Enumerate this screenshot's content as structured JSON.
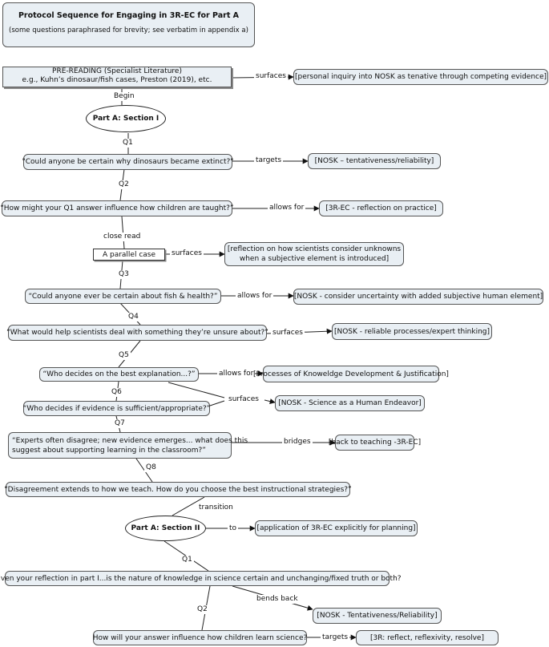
{
  "title": {
    "line1": "Protocol Sequence for Engaging in 3R-EC for Part A",
    "line2": "(some questions paraphrased for brevity; see verbatim in appendix a)"
  },
  "prereading": {
    "line1": "PRE-READING (Specialist Literature)",
    "line2": "e.g., Kuhn’s dinosaur/fish cases, Preston (2019), etc."
  },
  "sections": {
    "s1": "Part A: Section I",
    "s2": "Part A: Section II"
  },
  "questions": {
    "q1": "\"Could anyone be certain why dinosaurs became extinct?\"",
    "q2": "“How might your Q1 answer influence how children are taught?”",
    "parallel": "A parallel case",
    "q3": "“Could anyone ever be certain about fish & health?”",
    "q4": "“What would help scientists deal with something they’re unsure about?”",
    "q5": "“Who decides on the best explanation...?”",
    "q6": "“Who decides if evidence is sufficient/appropriate?”",
    "q7_line1": "“Experts often disagree; new evidence emerges... what does this",
    "q7_line2": "suggest about supporting learning in the classroom?”",
    "q8": "“Disagreement extends to how we teach. How do you choose the best instructional strategies?”",
    "s2q1": "Given your reflection in part I...is the nature of knowledge in science certain and unchanging/fixed truth or both?",
    "s2q2": "How will your answer influence how children learn science?"
  },
  "outcomes": {
    "o_pre": "[personal inquiry into NOSK as tenative through competing evidence]",
    "o_q1": "[NOSK – tentativeness/reliability]",
    "o_q2": "[3R-EC - reflection on practice]",
    "o_par_line1": "[reflection on how scientists consider unknowns",
    "o_par_line2": "when a subjective element is introduced]",
    "o_q3": "[NOSK - consider uncertainty with added subjective human element]",
    "o_q4": "[NOSK - reliable processes/expert thinking]",
    "o_q5": "[Processes of Knoweldge Development & Justification]",
    "o_q6": "[NOSK - Science as a Human Endeavor]",
    "o_q7": "[back to teaching -3R-EC]",
    "o_s2": "[application of 3R-EC explicitly for planning]",
    "o_s2q1": "[NOSK - Tentativeness/Reliability]",
    "o_s2q2": "[3R: reflect, reflexivity, resolve]"
  },
  "links": {
    "surfaces_pre": "surfaces",
    "begin": "Begin",
    "q1": "Q1",
    "targets_q1": "targets",
    "q2": "Q2",
    "allows_q2": "allows for",
    "close_read": "close read",
    "surfaces_par": "surfaces",
    "q3": "Q3",
    "allows_q3": "allows for",
    "q4": "Q4",
    "surfaces_q4": "surfaces",
    "q5": "Q5",
    "allows_q5": "allows for",
    "q6": "Q6",
    "surfaces_q6": "surfaces",
    "q7": "Q7",
    "bridges": "bridges",
    "q8": "Q8",
    "transition": "transition",
    "to": "to",
    "s2q1": "Q1",
    "bends_back": "bends back",
    "s2q2": "Q2",
    "targets_s2q2": "targets"
  }
}
